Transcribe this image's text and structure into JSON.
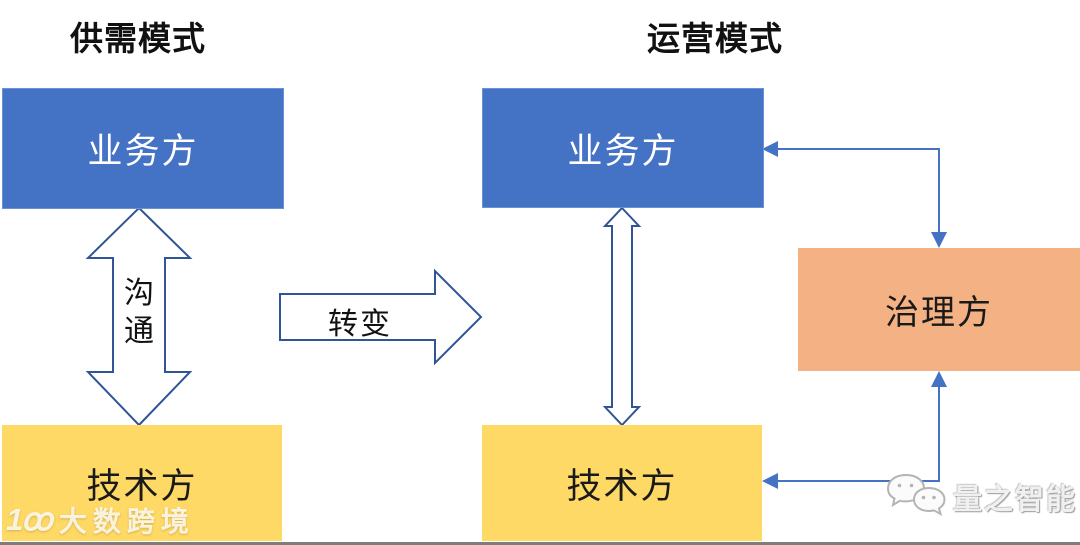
{
  "diagram": {
    "left_section": {
      "title": "供需模式",
      "business_box": "业务方",
      "tech_box": "技术方",
      "arrow_label": "沟通"
    },
    "transform_arrow": {
      "label": "转变"
    },
    "right_section": {
      "title": "运营模式",
      "business_box": "业务方",
      "tech_box": "技术方",
      "governance_box": "治理方"
    },
    "colors": {
      "business_fill": "#4472C4",
      "tech_fill": "#FFD966",
      "governance_fill": "#F4B183",
      "arrow_outline": "#2F5597",
      "connector": "#4472C4"
    }
  },
  "watermarks": {
    "bottom_left": {
      "logo_glyph": "1ꝏ",
      "text": "大数跨境"
    },
    "bottom_right": {
      "logo": "wechat",
      "text": "量之智能"
    }
  }
}
